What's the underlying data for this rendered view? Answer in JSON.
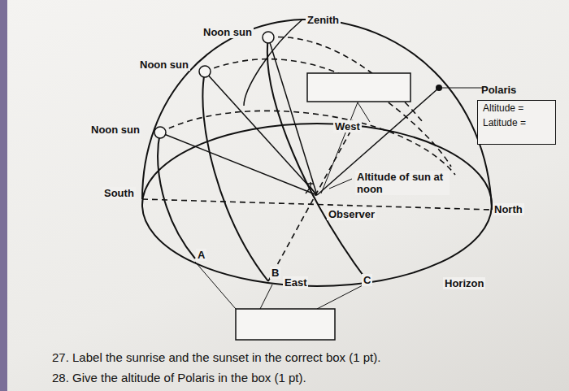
{
  "diagram": {
    "nodes": [
      {
        "text": [
          "Polaris",
          "Altitude =",
          "Latitude ="
        ]
      }
    ],
    "labels": [
      "Zenith",
      "Noon sun",
      "Noon sun",
      "Noon sun",
      "West",
      "Altitude of sun at noon",
      "Observer",
      "South",
      "North",
      "A",
      "B",
      "East",
      "C",
      "Horizon",
      "27. Label the sunrise and the sunset in the correct box (1 pt).",
      "28. Give the altitude of Polaris in the box (1 pt)."
    ]
  }
}
